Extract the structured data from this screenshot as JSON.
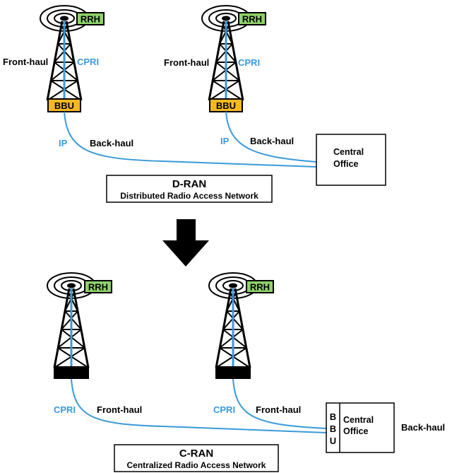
{
  "dran": {
    "towers": [
      {
        "rrh": "RRH",
        "bbu": "BBU",
        "fronthaul": "Front-haul",
        "cpri": "CPRI",
        "ip": "IP",
        "backhaul": "Back-haul"
      },
      {
        "rrh": "RRH",
        "bbu": "BBU",
        "fronthaul": "Front-haul",
        "cpri": "CPRI",
        "ip": "IP",
        "backhaul": "Back-haul"
      }
    ],
    "central_office": [
      "Central",
      "Office"
    ],
    "title": "D-RAN",
    "subtitle": "Distributed Radio Access Network"
  },
  "cran": {
    "towers": [
      {
        "rrh": "RRH",
        "cpri": "CPRI",
        "fronthaul": "Front-haul"
      },
      {
        "rrh": "RRH",
        "cpri": "CPRI",
        "fronthaul": "Front-haul"
      }
    ],
    "bbu_letters": [
      "B",
      "B",
      "U"
    ],
    "central_office": [
      "Central",
      "Office"
    ],
    "backhaul": "Back-haul",
    "title": "C-RAN",
    "subtitle": "Centralized Radio Access Network"
  },
  "colors": {
    "link": "#3a9ad9",
    "rrh_fill": "#8fd16a",
    "bbu_fill": "#f5b823",
    "ink": "#000000"
  }
}
